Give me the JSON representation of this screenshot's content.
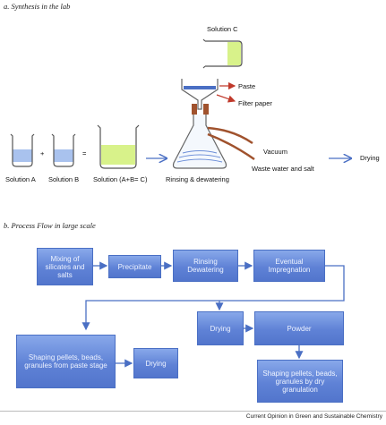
{
  "section_a": {
    "title": "a.   Synthesis in the lab",
    "solution_a": "Solution A",
    "solution_b": "Solution B",
    "plus": "+",
    "equals": "=",
    "solution_ab": "Solution (A+B= C)",
    "solution_c": "Solution C",
    "paste": "Paste",
    "filter_paper": "Filter paper",
    "vacuum": "Vacuum",
    "waste": "Waste water and salt",
    "rinsing": "Rinsing & dewatering",
    "drying": "Drying"
  },
  "section_b": {
    "title": "b.   Process Flow in large scale",
    "mixing": "Mixing of silicates and salts",
    "precipitate": "Precipitate",
    "rinsing": "Rinsing Dewatering",
    "impregnation": "Eventual Impregnation",
    "drying_mid": "Drying",
    "powder": "Powder",
    "shaping_paste": "Shaping pellets, beads, granules from paste stage",
    "drying_left": "Drying",
    "shaping_dry": "Shaping pellets, beads, granules by dry granulation"
  },
  "footer": "Current Opinion in Green and Sustainable Chemistry",
  "colors": {
    "box_fill": "#5f82d6",
    "box_border": "#4a6fc4",
    "arrow": "#4a6fc4",
    "liquid_blue": "#a9c2ee",
    "liquid_green": "#d8f28a",
    "red_arrow": "#c0392b",
    "brown_tube": "#a0522d"
  }
}
